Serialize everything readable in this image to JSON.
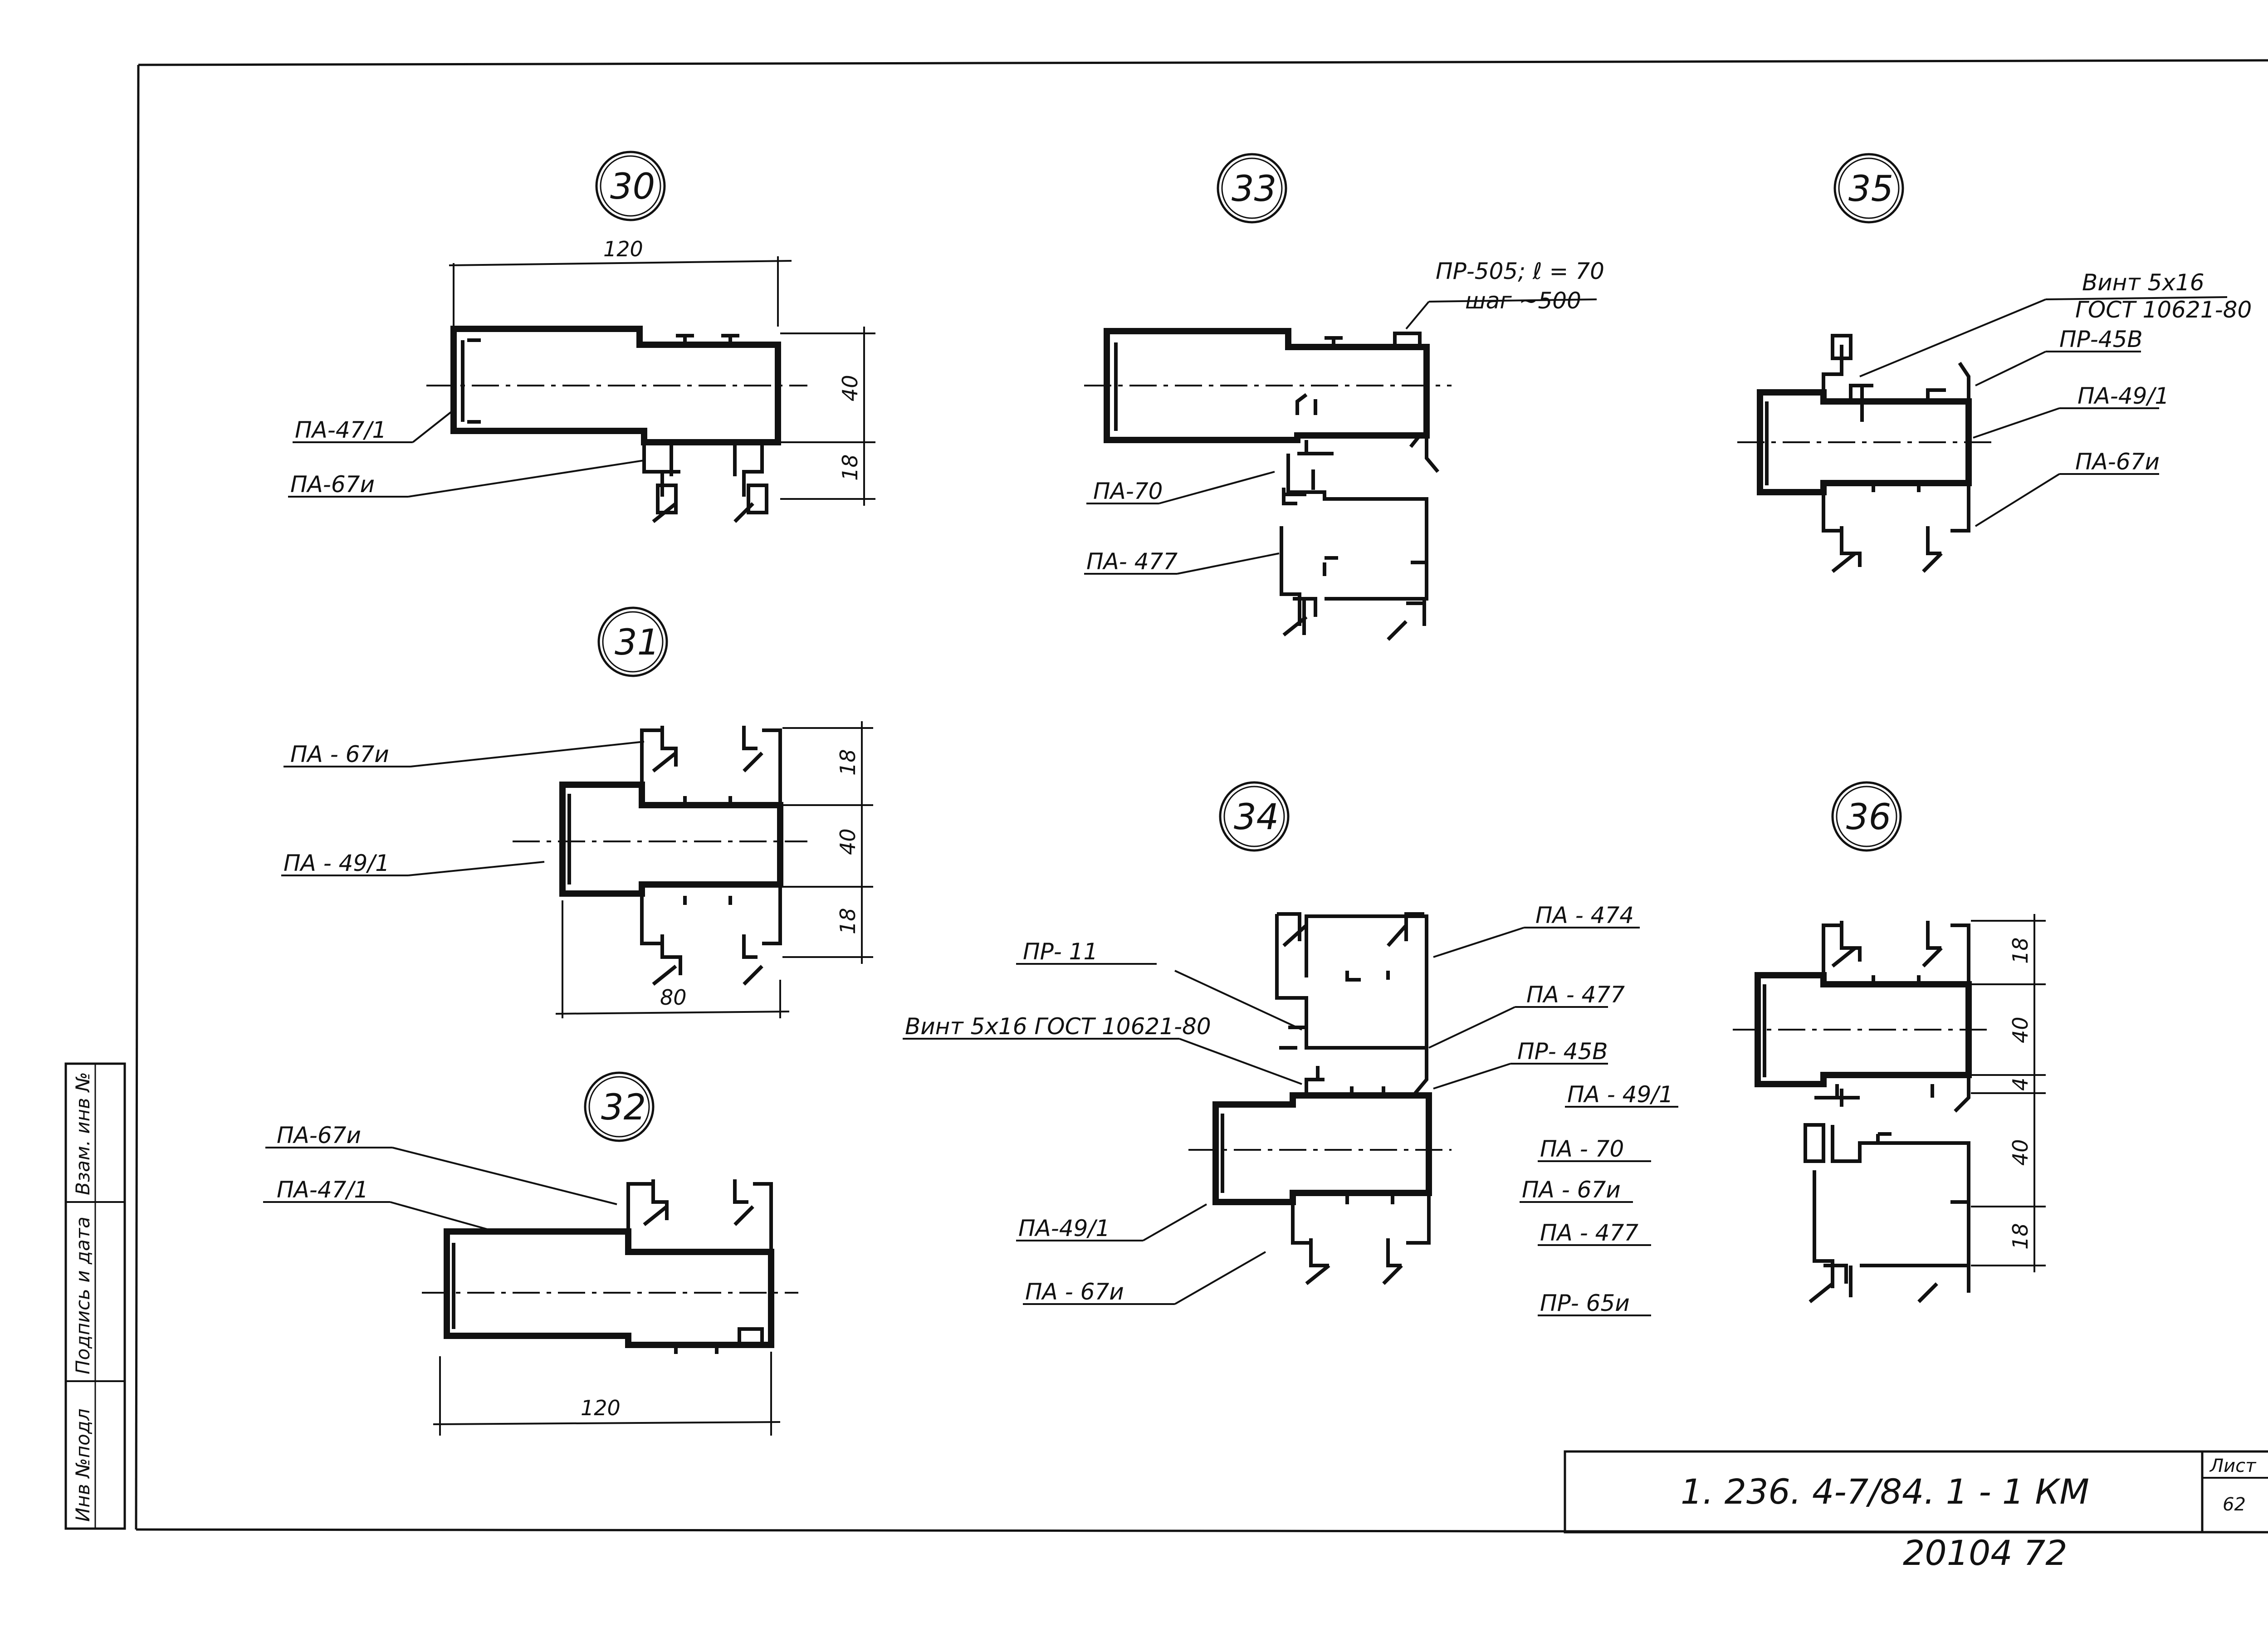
{
  "stamp": {
    "inv_podl": "Инв №подл",
    "podpis_data": "Подпись и дата",
    "vzam_inv": "Взам. инв №"
  },
  "title_block": {
    "code": "1. 236. 4-7/84. 1 - 1 КМ",
    "sheet_label": "Лист",
    "sheet_number": "62",
    "footer_code": "20104 72"
  },
  "details": [
    {
      "id": "30",
      "number": "30",
      "labels": [
        "ПА-47/1",
        "ПА-67и"
      ],
      "dims": [
        "120",
        "40",
        "18"
      ]
    },
    {
      "id": "31",
      "number": "31",
      "labels": [
        "ПА - 67и",
        "ПА - 49/1"
      ],
      "dims": [
        "18",
        "40",
        "18",
        "80"
      ]
    },
    {
      "id": "32",
      "number": "32",
      "labels": [
        "ПА-67и",
        "ПА-47/1"
      ],
      "dims": [
        "120"
      ]
    },
    {
      "id": "33",
      "number": "33",
      "labels": [
        "ПР-505; ℓ = 70",
        "шаг ~500",
        "ПА-70",
        "ПА- 477"
      ],
      "dims": []
    },
    {
      "id": "34",
      "number": "34",
      "labels": [
        "ПР- 11",
        "Винт 5х16 ГОСТ 10621-80",
        "ПА - 474",
        "ПА - 477",
        "ПР- 45В",
        "ПА - 49/1",
        "ПА - 70",
        "ПА - 67и",
        "ПА - 477",
        "ПР- 65и",
        "ПА-49/1",
        "ПА - 67и"
      ],
      "dims": []
    },
    {
      "id": "35",
      "number": "35",
      "labels": [
        "Винт 5х16",
        "ГОСТ 10621-80",
        "ПР-45В",
        "ПА-49/1",
        "ПА-67и"
      ],
      "dims": []
    },
    {
      "id": "36",
      "number": "36",
      "labels": [],
      "dims": [
        "18",
        "40",
        "4",
        "40",
        "18"
      ]
    }
  ]
}
